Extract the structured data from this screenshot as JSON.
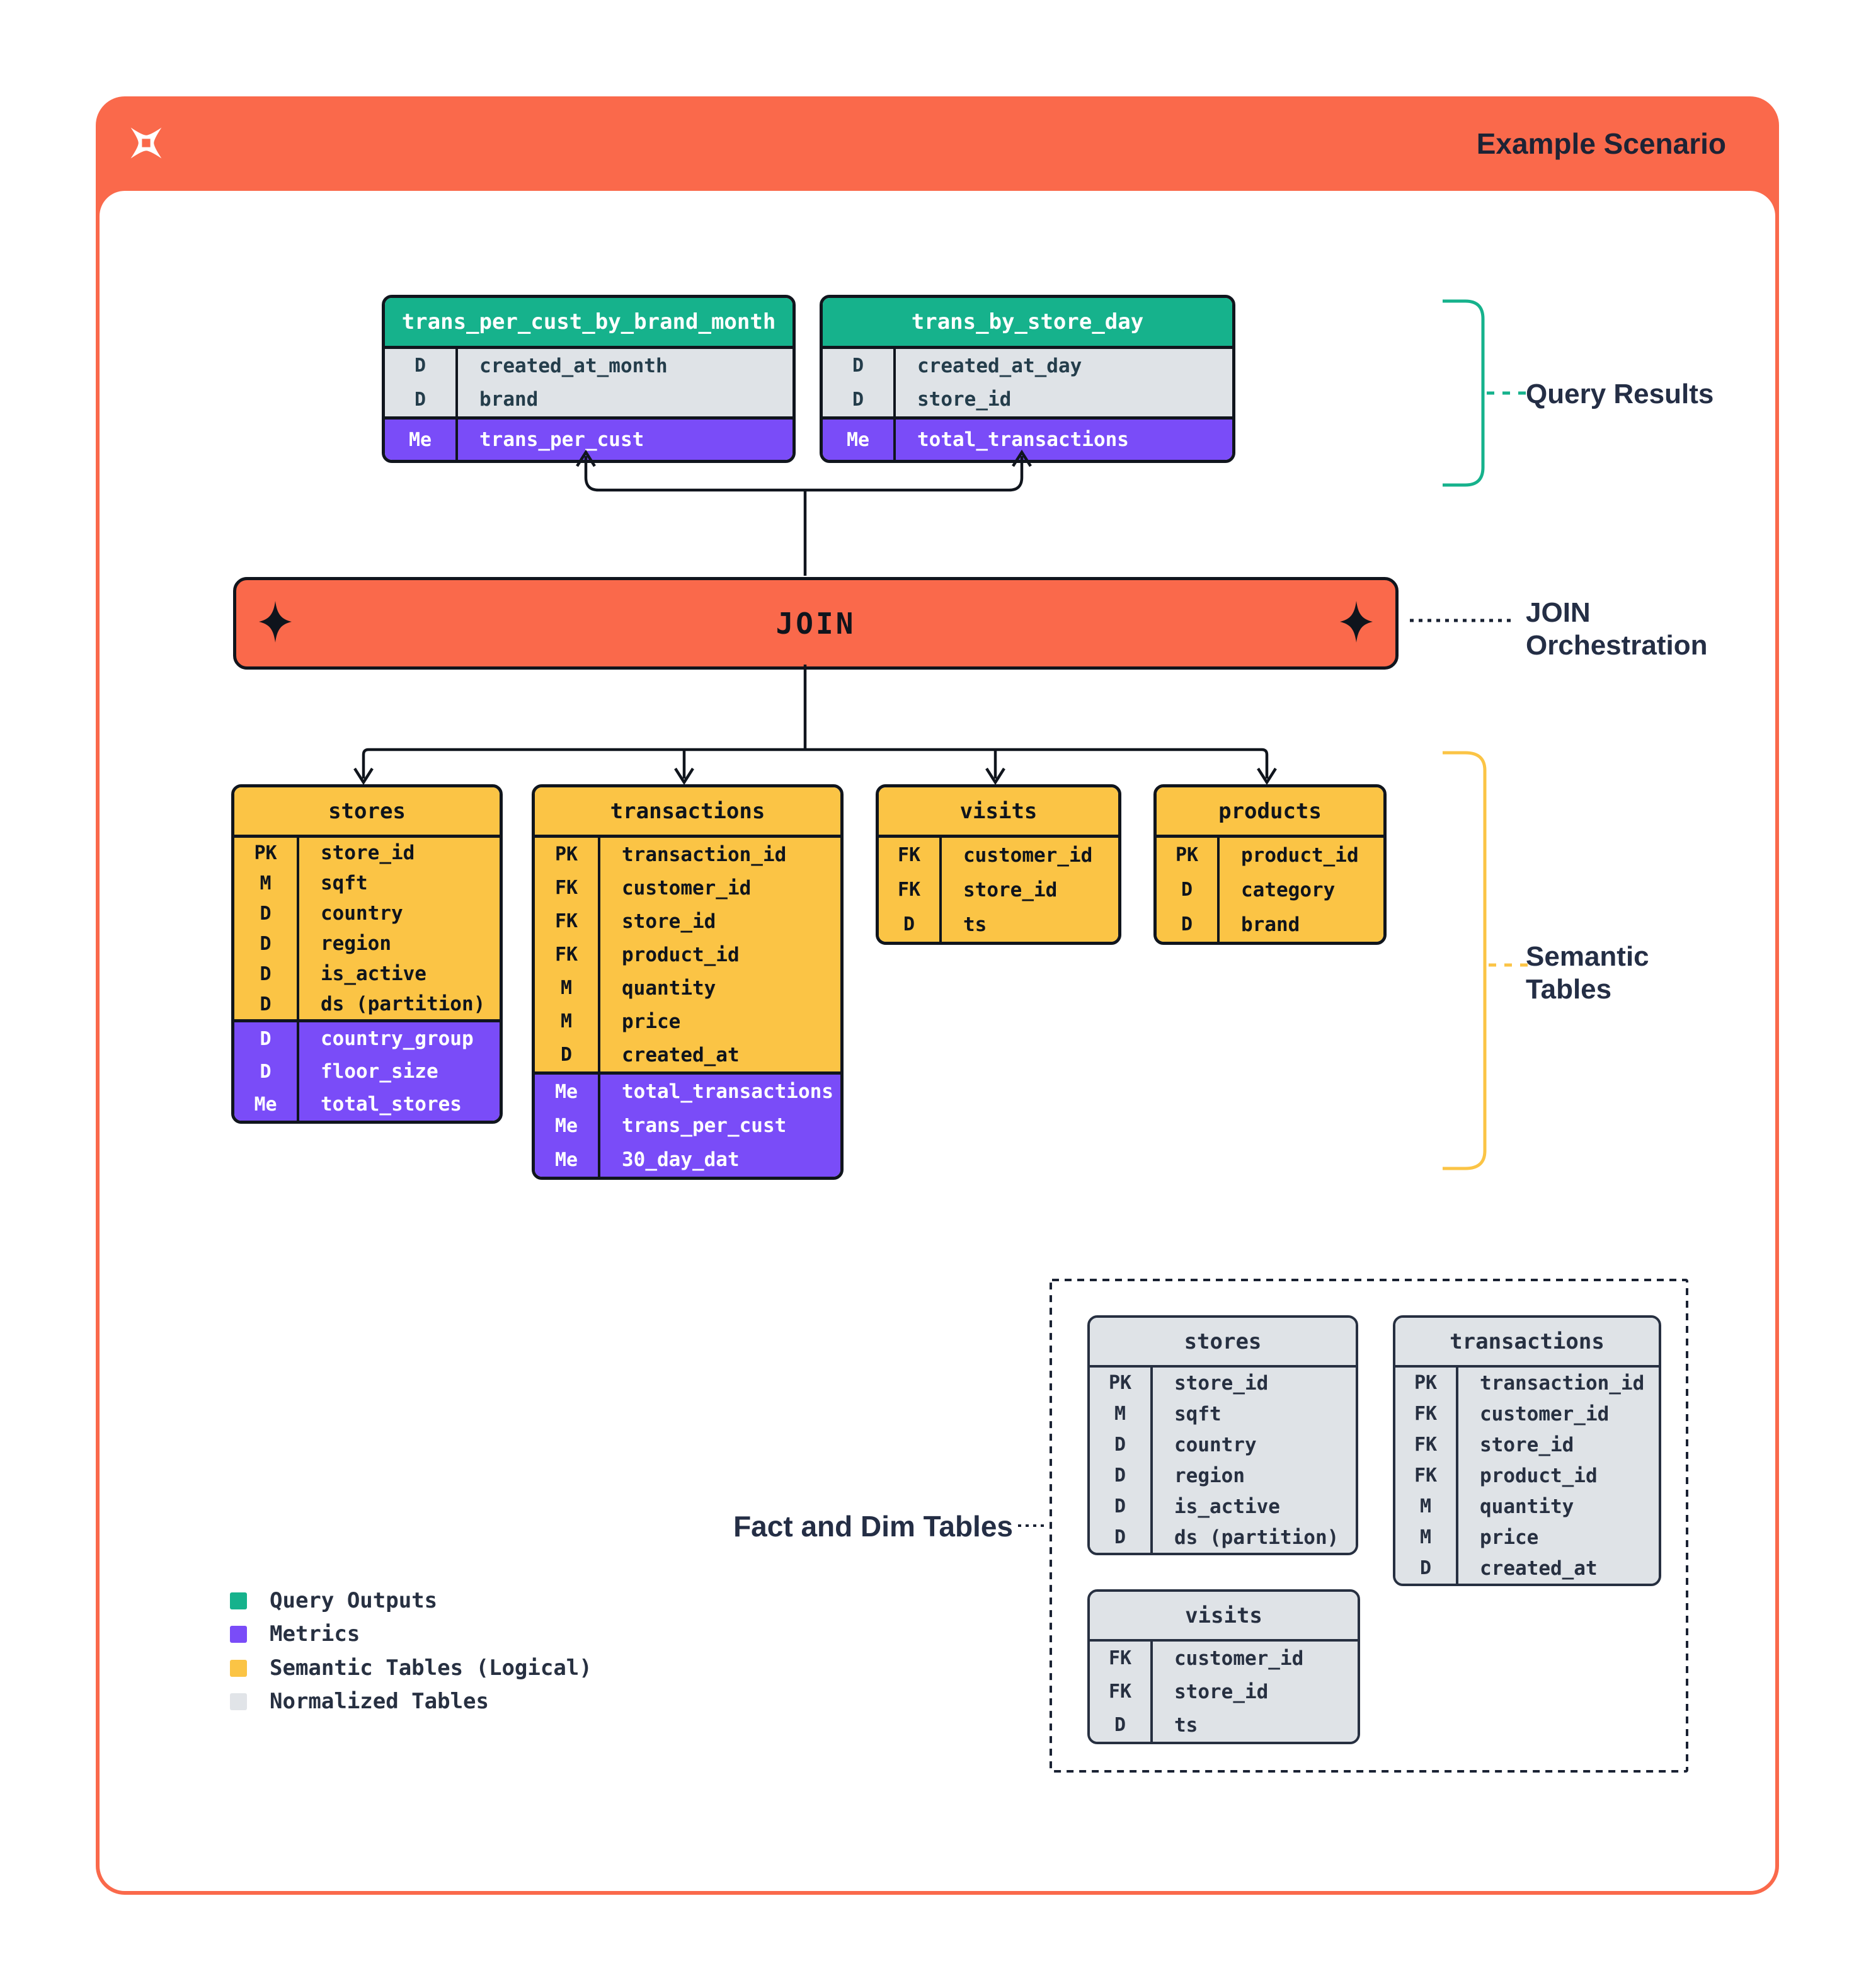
{
  "header": {
    "title": "Example Scenario",
    "logo": "dagster-logo"
  },
  "join_bar": {
    "label": "JOIN"
  },
  "annotations": {
    "query_results": "Query Results",
    "join_orchestration_line1": "JOIN",
    "join_orchestration_line2": "Orchestration",
    "semantic_tables_line1": "Semantic",
    "semantic_tables_line2": "Tables",
    "fact_and_dim": "Fact and Dim Tables"
  },
  "colors": {
    "accent_orange": "#FA694B",
    "query_output_green": "#16B28C",
    "metric_purple": "#7A4CF8",
    "semantic_yellow": "#FBC445",
    "normalized_gray": "#DFE3E7",
    "ink": "#10151D",
    "label_navy": "#242E45"
  },
  "query_results_tables": [
    {
      "title": "trans_per_cust_by_brand_month",
      "sections": [
        {
          "style": "dims",
          "rows": [
            [
              "D",
              "created_at_month"
            ],
            [
              "D",
              "brand"
            ]
          ]
        },
        {
          "style": "metrics",
          "rows": [
            [
              "Me",
              "trans_per_cust"
            ]
          ]
        }
      ]
    },
    {
      "title": "trans_by_store_day",
      "sections": [
        {
          "style": "dims",
          "rows": [
            [
              "D",
              "created_at_day"
            ],
            [
              "D",
              "store_id"
            ]
          ]
        },
        {
          "style": "metrics",
          "rows": [
            [
              "Me",
              "total_transactions"
            ]
          ]
        }
      ]
    }
  ],
  "semantic_tables": [
    {
      "title": "stores",
      "sections": [
        {
          "style": "dims",
          "rows": [
            [
              "PK",
              "store_id"
            ],
            [
              "M",
              "sqft"
            ],
            [
              "D",
              "country"
            ],
            [
              "D",
              "region"
            ],
            [
              "D",
              "is_active"
            ],
            [
              "D",
              "ds (partition)"
            ]
          ]
        },
        {
          "style": "metrics",
          "rows": [
            [
              "D",
              "country_group"
            ],
            [
              "D",
              "floor_size"
            ],
            [
              "Me",
              "total_stores"
            ]
          ]
        }
      ]
    },
    {
      "title": "transactions",
      "sections": [
        {
          "style": "dims",
          "rows": [
            [
              "PK",
              "transaction_id"
            ],
            [
              "FK",
              "customer_id"
            ],
            [
              "FK",
              "store_id"
            ],
            [
              "FK",
              "product_id"
            ],
            [
              "M",
              "quantity"
            ],
            [
              "M",
              "price"
            ],
            [
              "D",
              "created_at"
            ]
          ]
        },
        {
          "style": "metrics",
          "rows": [
            [
              "Me",
              "total_transactions"
            ],
            [
              "Me",
              "trans_per_cust"
            ],
            [
              "Me",
              "30_day_dat"
            ]
          ]
        }
      ]
    },
    {
      "title": "visits",
      "sections": [
        {
          "style": "dims",
          "rows": [
            [
              "FK",
              "customer_id"
            ],
            [
              "FK",
              "store_id"
            ],
            [
              "D",
              "ts"
            ]
          ]
        }
      ]
    },
    {
      "title": "products",
      "sections": [
        {
          "style": "dims",
          "rows": [
            [
              "PK",
              "product_id"
            ],
            [
              "D",
              "category"
            ],
            [
              "D",
              "brand"
            ]
          ]
        }
      ]
    }
  ],
  "normalized_tables": [
    {
      "title": "stores",
      "sections": [
        {
          "style": "dims",
          "rows": [
            [
              "PK",
              "store_id"
            ],
            [
              "M",
              "sqft"
            ],
            [
              "D",
              "country"
            ],
            [
              "D",
              "region"
            ],
            [
              "D",
              "is_active"
            ],
            [
              "D",
              "ds (partition)"
            ]
          ]
        }
      ]
    },
    {
      "title": "transactions",
      "sections": [
        {
          "style": "dims",
          "rows": [
            [
              "PK",
              "transaction_id"
            ],
            [
              "FK",
              "customer_id"
            ],
            [
              "FK",
              "store_id"
            ],
            [
              "FK",
              "product_id"
            ],
            [
              "M",
              "quantity"
            ],
            [
              "M",
              "price"
            ],
            [
              "D",
              "created_at"
            ]
          ]
        }
      ]
    },
    {
      "title": "visits",
      "sections": [
        {
          "style": "dims",
          "rows": [
            [
              "FK",
              "customer_id"
            ],
            [
              "FK",
              "store_id"
            ],
            [
              "D",
              "ts"
            ]
          ]
        }
      ]
    }
  ],
  "legend": {
    "items": [
      {
        "label": "Query Outputs",
        "color": "#16B28C"
      },
      {
        "label": "Metrics",
        "color": "#7A4CF8"
      },
      {
        "label": "Semantic Tables (Logical)",
        "color": "#FBC445"
      },
      {
        "label": "Normalized Tables",
        "color": "#E1E4E8"
      }
    ]
  }
}
